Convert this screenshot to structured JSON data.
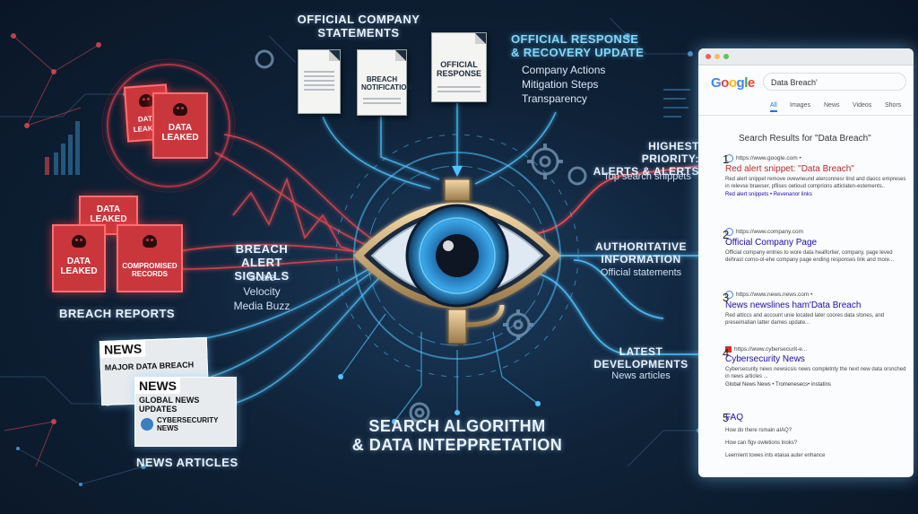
{
  "statements": {
    "title_line1": "OFFICIAL COMPANY",
    "title_line2": "STATEMENTS",
    "doc_breach_notification": "BREACH NOTIFICATION",
    "doc_official_response_line1": "OFFICIAL",
    "doc_official_response_line2": "RESPONSE"
  },
  "response": {
    "title_line1": "OFFICIAL RESPONSE",
    "title_line2": "& RECOVERY UPDATE",
    "items": [
      "Company Actions",
      "Mitigation Steps",
      "Transparency"
    ]
  },
  "breach_reports": {
    "doc1_line1": "DATA",
    "doc1_line2": "LEAKED",
    "doc2_line1": "DATA",
    "doc2_line2": "LEAKED",
    "doc3_line1": "DATA",
    "doc3_line2": "LEAKED",
    "doc4_line1": "COMPROMISED",
    "doc4_line2": "RECORDS",
    "label": "BREACH REPORTS"
  },
  "signals": {
    "title_line1": "BREACH ALERT",
    "title_line2": "SIGNALS",
    "items": [
      "Scale",
      "Velocity",
      "Media Buzz"
    ]
  },
  "news": {
    "paper1_head": "NEWS",
    "paper1_sub": "MAJOR DATA BREACH",
    "paper2_head": "NEWS",
    "paper2_sub1": "GLOBAL NEWS UPDATES",
    "paper2_sub2_line1": "CYBERSECURITY",
    "paper2_sub2_line2": "NEWS",
    "label": "NEWS ARTICLES"
  },
  "algorithm": {
    "line1": "SEARCH ALGORITHM",
    "line2": "& DATA INTEPPRETATION"
  },
  "outputs": {
    "priority_line1": "HIGHEST PRIORITY:",
    "priority_line2": "ALERTS & ALERTS",
    "priority_sub": "Top search snippets",
    "authoritative_line1": "AUTHORITATIVE",
    "authoritative_line2": "INFORMATION",
    "authoritative_sub": "Official statements",
    "latest_line1": "LATEST",
    "latest_line2": "DEVELOPMENTS",
    "latest_sub": "News articles"
  },
  "google": {
    "logo": "Google",
    "query": "Data Breach'",
    "tabs": [
      "All",
      "Images",
      "News",
      "Videos",
      "Shors"
    ],
    "results_title": "Search Results for \"Data Breach\"",
    "results": [
      {
        "num": "1",
        "url": "https://www.google.com •",
        "title": "Red alert snippet: \"Data Breach\"",
        "desc": "Red alert snippet remove ovewneund aterconnesr tind and daocc empreses in relevse brawser, pflises oetioud comprions atticlaten-estements..",
        "footer": "Red alert snippets • Revenanor links"
      },
      {
        "num": "2",
        "url": "https://www.company.com",
        "title": "Official Company Page",
        "desc": "Official company entries to wore data healfortier, company, page leved dehrast corno-ol-ehe company page ending responses link and more...",
        "footer": ""
      },
      {
        "num": "3",
        "url": "https://www.news.news.com •",
        "title": "News newslines ham'Data Breach",
        "desc": "Red atticcs and account unie located later coores data stones, and preseimatian latter dames update...",
        "footer": ""
      },
      {
        "num": "4",
        "url": "https://www.cybersecurit-e...",
        "title": "Cybersecurity News",
        "desc": "Cybersecurity news newsicsis news completnty the next new data orsnched in news articles ...",
        "footer": "Global News News • Tromenesecs• instatins"
      },
      {
        "num": "5",
        "url": "",
        "title": "FAQ",
        "desc": "How do there rsmain aIAQ?",
        "footer": "How can flgv owletions lnoks?",
        "extra": "Leernient towes ints etaiua auter enhance"
      }
    ]
  },
  "colors": {
    "alert_red": "#e84a4f",
    "flow_blue": "#4fc3ff",
    "bg_dark": "#0f2238",
    "accent_cyan": "#7fd8ff"
  }
}
